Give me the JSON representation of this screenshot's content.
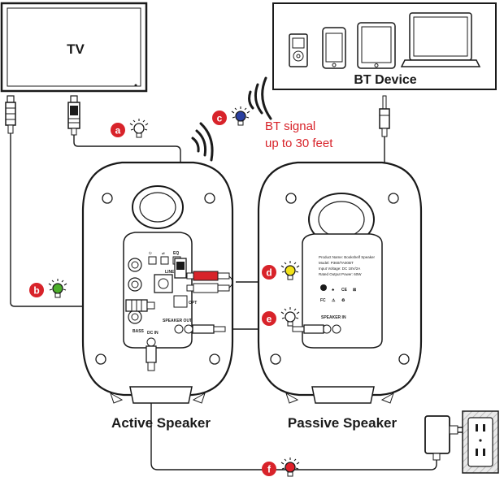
{
  "devices": {
    "tv": "TV",
    "bt_device": "BT Device",
    "active_speaker": "Active Speaker",
    "passive_speaker": "Passive Speaker"
  },
  "bt_signal": {
    "line1": "BT signal",
    "line2": "up to 30 feet"
  },
  "steps": [
    {
      "letter": "a",
      "bulb_color": "#ffffff"
    },
    {
      "letter": "b",
      "bulb_color": "#4caf2a"
    },
    {
      "letter": "c",
      "bulb_color": "#2a3fa0"
    },
    {
      "letter": "d",
      "bulb_color": "#f2e21a"
    },
    {
      "letter": "e",
      "bulb_color": "#ffffff"
    },
    {
      "letter": "f",
      "bulb_color": "#e0202a"
    }
  ],
  "active_panel": {
    "line_in": "LINE IN",
    "opt": "OPT",
    "eq": "EQ",
    "bass": "BASS",
    "dc_in": "DC IN",
    "speaker_out": "SPEAKER OUT"
  },
  "passive_panel": {
    "label_lines": [
      "Product Name: Bookshelf Speaker",
      "Model: P360/TA00BT",
      "Input Voltage: DC 18V/2A",
      "Rated Output Power: 60W"
    ],
    "speaker_in": "SPEAKER IN"
  },
  "colors": {
    "accent_red": "#d8232a",
    "outline": "#1a1a1a"
  }
}
